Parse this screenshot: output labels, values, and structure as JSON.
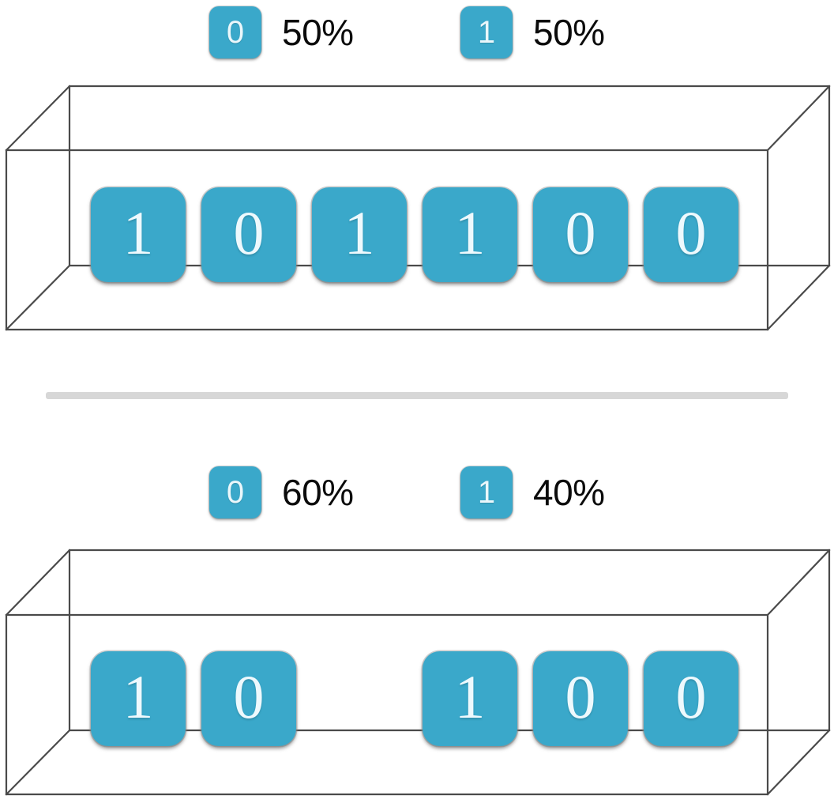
{
  "page": {
    "title": "Binary Sequence Boxes",
    "background_color": "#ffffff"
  },
  "colors": {
    "tile_fill": "#3aa8ca",
    "tile_digit": "#eef9fd",
    "box_outline": "#4a4a4a",
    "divider": "#d7d7d7",
    "text": "#0b0b0b"
  },
  "panels": [
    {
      "name": "top-panel",
      "legend": {
        "entries": [
          {
            "symbol": "0",
            "percent": "50%"
          },
          {
            "symbol": "1",
            "percent": "50%"
          }
        ]
      },
      "box": {
        "name": "wireframe-box",
        "shape": "3d-rectangular-prism"
      },
      "sequence": [
        {
          "value": "1",
          "empty": false
        },
        {
          "value": "0",
          "empty": false
        },
        {
          "value": "1",
          "empty": false
        },
        {
          "value": "1",
          "empty": false
        },
        {
          "value": "0",
          "empty": false
        },
        {
          "value": "0",
          "empty": false
        }
      ]
    },
    {
      "name": "bottom-panel",
      "legend": {
        "entries": [
          {
            "symbol": "0",
            "percent": "60%"
          },
          {
            "symbol": "1",
            "percent": "40%"
          }
        ]
      },
      "box": {
        "name": "wireframe-box",
        "shape": "3d-rectangular-prism"
      },
      "sequence": [
        {
          "value": "1",
          "empty": false
        },
        {
          "value": "0",
          "empty": false
        },
        {
          "value": "",
          "empty": true
        },
        {
          "value": "1",
          "empty": false
        },
        {
          "value": "0",
          "empty": false
        },
        {
          "value": "0",
          "empty": false
        }
      ]
    }
  ],
  "divider": {
    "name": "section-divider"
  }
}
